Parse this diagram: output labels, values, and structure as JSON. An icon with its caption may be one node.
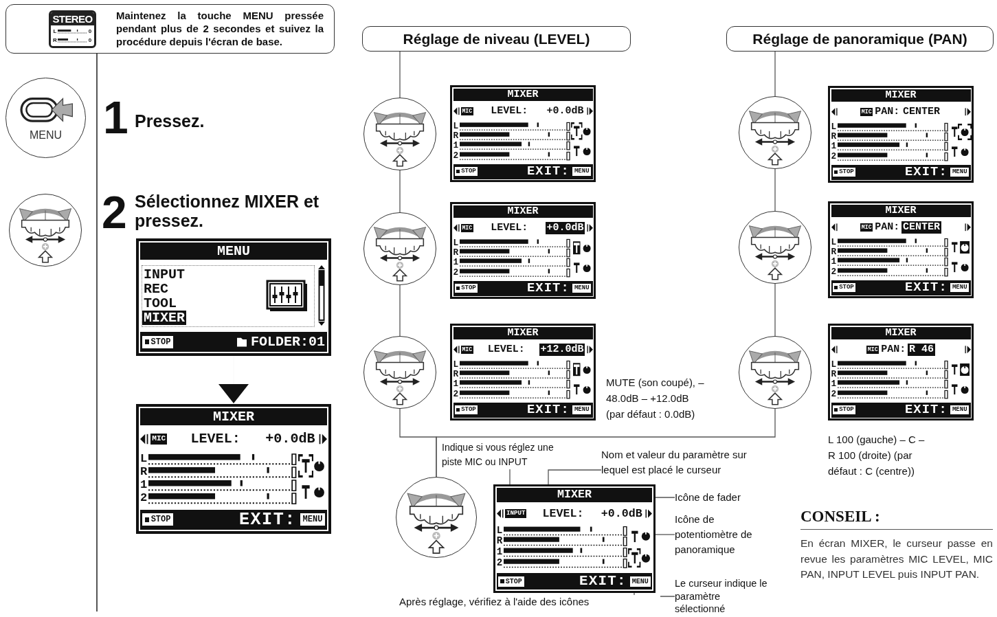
{
  "diagram": {
    "nodes": [
      {
        "text": [
          "Maintenez la touche MENU pressée pendant plus de 2 secondes et suivez la procédure depuis l'écran de base."
        ]
      },
      {
        "text": [
          "STEREO",
          "L",
          "0",
          "R",
          "0"
        ],
        "in": 0
      },
      {
        "text": [
          "MENU"
        ]
      },
      {
        "text": [
          "MENU",
          "INPUT",
          "REC",
          "TOOL",
          "MIXER",
          "STOP",
          "FOLDER:01"
        ]
      },
      {
        "text": [
          "MIXER",
          "MIC",
          "LEVEL:",
          "+0.0dB",
          "L",
          "R",
          "1",
          "2",
          "STOP",
          "EXIT:",
          "MENU"
        ]
      },
      {
        "text": [
          "Réglage de niveau (LEVEL)"
        ]
      },
      {
        "text": [
          "Réglage de panoramique (PAN)"
        ]
      },
      {
        "text": [],
        "shape": "picture"
      },
      {
        "text": [
          "MIXER",
          "MIC",
          "LEVEL:",
          "+0.0dB",
          "L",
          "R",
          "1",
          "2",
          "STOP",
          "EXIT:",
          "MENU"
        ]
      },
      {
        "text": [],
        "shape": "picture"
      },
      {
        "text": [
          "MIXER",
          "MIC",
          "PAN:",
          "CENTER",
          "L",
          "R",
          "1",
          "2",
          "STOP",
          "EXIT:",
          "MENU"
        ]
      },
      {
        "text": [],
        "shape": "picture"
      },
      {
        "text": [
          "MIXER",
          "MIC",
          "LEVEL:",
          "+0.0dB",
          "L",
          "R",
          "1",
          "2",
          "STOP",
          "EXIT:",
          "MENU"
        ]
      },
      {
        "text": [],
        "shape": "picture"
      },
      {
        "text": [
          "MIXER",
          "MIC",
          "PAN:",
          "CENTER",
          "L",
          "R",
          "1",
          "2",
          "STOP",
          "EXIT:",
          "MENU"
        ]
      },
      {
        "text": [],
        "shape": "picture"
      },
      {
        "text": [
          "MIXER",
          "MIC",
          "LEVEL:",
          "+12.0dB",
          "L",
          "R",
          "1",
          "2",
          "STOP",
          "EXIT:",
          "MENU"
        ]
      },
      {
        "text": [],
        "shape": "picture"
      },
      {
        "text": [
          "MIXER",
          "MIC",
          "PAN:",
          "R 46",
          "L",
          "R",
          "1",
          "2",
          "STOP",
          "EXIT:",
          "MENU"
        ],
        "beside": [
          "L 100 (gauche) – C – R 100 (droite) (par défaut : C (centre))"
        ]
      },
      {
        "text": [
          "Indique si vous réglez une piste MIC ou INPUT"
        ]
      },
      {
        "text": [
          "Nom et valeur du paramètre sur lequel est placé le curseur"
        ]
      },
      {
        "text": [],
        "shape": "picture"
      },
      {
        "text": [
          "MIXER",
          "INPUT",
          "LEVEL:",
          "+0.0dB",
          "L",
          "R",
          "1",
          "2",
          "STOP",
          "EXIT:",
          "MENU"
        ]
      },
      {
        "text": [
          "Icône de fader"
        ]
      },
      {
        "text": [
          "Icône de potentiomètre de panoramique"
        ]
      },
      {
        "text": [
          "Le curseur indique le paramètre sélectionné"
        ]
      }
    ],
    "edges": [
      {
        "from": 3,
        "to": 4,
        "arrow": "to"
      },
      {
        "from": 5,
        "to": 7,
        "arrow": "none"
      },
      {
        "from": 7,
        "to": 11,
        "arrow": "none"
      },
      {
        "from": 11,
        "to": 15,
        "arrow": "none"
      },
      {
        "from": 15,
        "to": 21,
        "arrow": "none"
      },
      {
        "from": 6,
        "to": 9,
        "arrow": "none"
      },
      {
        "from": 9,
        "to": 13,
        "arrow": "none"
      },
      {
        "from": 13,
        "to": 17,
        "arrow": "none"
      },
      {
        "from": 17,
        "to": 21,
        "arrow": "none"
      },
      {
        "from": 19,
        "to": 22,
        "arrow": "none"
      },
      {
        "from": 20,
        "to": 22,
        "arrow": "none"
      },
      {
        "from": 23,
        "to": 22,
        "arrow": "none"
      },
      {
        "from": 24,
        "to": 22,
        "arrow": "none"
      },
      {
        "from": 25,
        "to": 22,
        "arrow": "none"
      }
    ],
    "labels": [
      "1",
      "Pressez.",
      "2",
      "Sélectionnez MIXER et pressez.",
      "MUTE (son coupé), –48.0dB – +12.0dB (par défaut : 0.0dB)",
      "Après réglage, vérifiez à l'aide des icônes",
      "CONSEIL :",
      "En écran MIXER, le curseur passe en revue les paramètres MIC LEVEL, MIC PAN, INPUT LEVEL puis INPUT PAN."
    ]
  }
}
